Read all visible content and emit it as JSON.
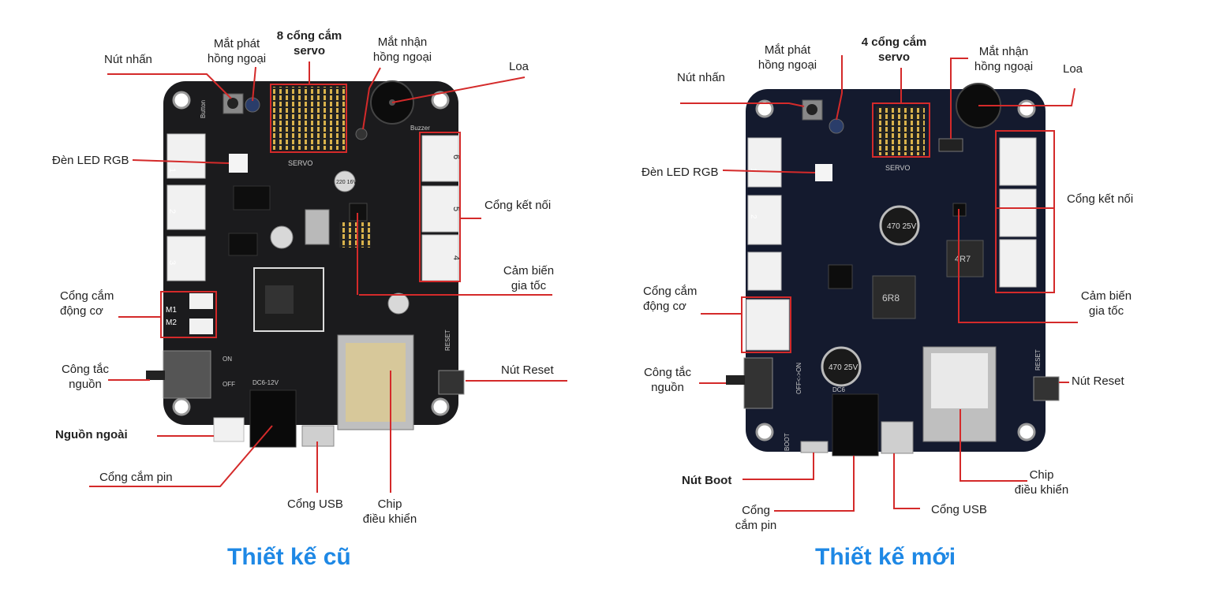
{
  "old_design": {
    "caption": "Thiết kế cũ",
    "labels": {
      "push_button": "Nút nhấn",
      "ir_emitter_1": "Mắt phát",
      "ir_emitter_2": "hồng ngoại",
      "servo_ports_1": "8 cổng cắm",
      "servo_ports_2": "servo",
      "ir_receiver_1": "Mắt nhận",
      "ir_receiver_2": "hồng ngoại",
      "speaker": "Loa",
      "rgb_led": "Đèn LED RGB",
      "connector_ports": "Cổng kết nối",
      "accelerometer_1": "Cảm biến",
      "accelerometer_2": "gia tốc",
      "motor_ports_1": "Cổng cắm",
      "motor_ports_2": "động cơ",
      "power_switch_1": "Công tắc",
      "power_switch_2": "nguồn",
      "reset_button": "Nút Reset",
      "external_power": "Nguồn ngoài",
      "battery_port": "Cổng cắm pin",
      "usb_port": "Cổng USB",
      "control_chip_1": "Chip",
      "control_chip_2": "điều khiển"
    },
    "board_text": {
      "button": "Button",
      "buzzer": "Buzzer",
      "servo": "SERVO",
      "reset": "RESET",
      "m1": "M1",
      "m2": "M2",
      "on": "ON",
      "off": "OFF",
      "dc": "DC6-12V",
      "cap": "220 16V",
      "port1": "1",
      "port2": "2",
      "port3": "3",
      "port4": "4",
      "port5": "5",
      "port6": "6"
    }
  },
  "new_design": {
    "caption": "Thiết kế mới",
    "labels": {
      "push_button": "Nút nhấn",
      "ir_emitter_1": "Mắt phát",
      "ir_emitter_2": "hồng ngoại",
      "servo_ports_1": "4 cổng cắm",
      "servo_ports_2": "servo",
      "ir_receiver_1": "Mắt nhận",
      "ir_receiver_2": "hồng ngoại",
      "speaker": "Loa",
      "rgb_led": "Đèn LED RGB",
      "connector_ports": "Cổng kết nối",
      "accelerometer_1": "Cảm biến",
      "accelerometer_2": "gia tốc",
      "motor_ports_1": "Cổng cắm",
      "motor_ports_2": "động cơ",
      "power_switch_1": "Công tắc",
      "power_switch_2": "nguồn",
      "reset_button": "Nút Reset",
      "boot_button": "Nút Boot",
      "battery_port_1": "Cổng",
      "battery_port_2": "cắm pin",
      "usb_port": "Cổng USB",
      "control_chip_1": "Chip",
      "control_chip_2": "điều khiển"
    },
    "board_text": {
      "servo": "SERVO",
      "reset": "RESET",
      "boot": "BOOT",
      "cap1": "470 25V",
      "cap2": "470 25V",
      "inductor": "6R8",
      "resistor": "4R7",
      "off_on": "OFF<->ON",
      "dc": "DC6",
      "p1": "1",
      "p2": "2",
      "p3": "3",
      "p4": "4"
    }
  },
  "colors": {
    "leader_line": "#d42a2a",
    "caption": "#1e88e5",
    "old_board": "#1b1b1d",
    "new_board": "#141a2e"
  }
}
